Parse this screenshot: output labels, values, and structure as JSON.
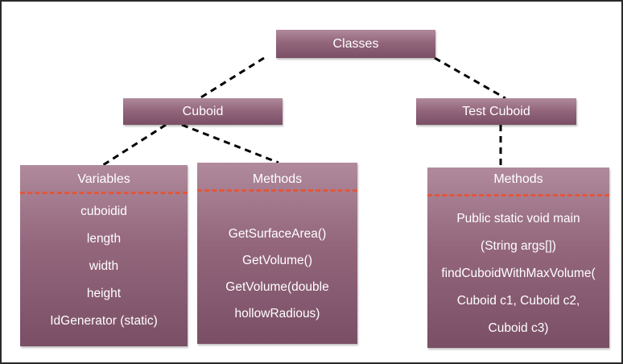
{
  "root": {
    "label": "Classes"
  },
  "cuboid": {
    "label": "Cuboid"
  },
  "test_cuboid": {
    "label": "Test Cuboid"
  },
  "variables": {
    "title": "Variables",
    "items": [
      "cuboidid",
      "length",
      "width",
      "height",
      "IdGenerator (static)"
    ]
  },
  "cuboid_methods": {
    "title": "Methods",
    "items": [
      "GetSurfaceArea()",
      "GetVolume()",
      "GetVolume(double",
      "hollowRadious)"
    ]
  },
  "test_methods": {
    "title": "Methods",
    "items": [
      "Public static void main",
      "(String args[])",
      "findCuboidWithMaxVolume(",
      "Cuboid c1, Cuboid c2,",
      "Cuboid c3)"
    ]
  },
  "colors": {
    "box_top": "#b08a9c",
    "box_bottom": "#7a4f65",
    "separator": "#e0573c",
    "connector": "#000000",
    "text": "#ffffff"
  }
}
